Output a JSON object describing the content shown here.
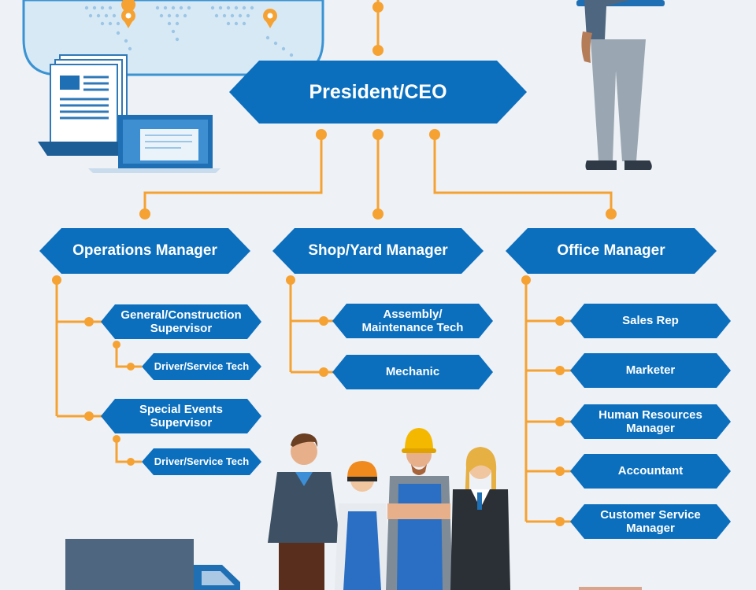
{
  "colors": {
    "node_blue": "#0b6fbe",
    "connector_orange": "#f5a233",
    "background": "#eef1f5"
  },
  "org_chart": {
    "ceo": {
      "label": "President/CEO"
    },
    "managers": [
      {
        "label": "Operations Manager",
        "reports": [
          {
            "label": "General/Construction\nSupervisor",
            "reports": [
              {
                "label": "Driver/Service Tech"
              }
            ]
          },
          {
            "label": "Special Events\nSupervisor",
            "reports": [
              {
                "label": "Driver/Service Tech"
              }
            ]
          }
        ]
      },
      {
        "label": "Shop/Yard Manager",
        "reports": [
          {
            "label": "Assembly/\nMaintenance Tech"
          },
          {
            "label": "Mechanic"
          }
        ]
      },
      {
        "label": "Office Manager",
        "reports": [
          {
            "label": "Sales Rep"
          },
          {
            "label": "Marketer"
          },
          {
            "label": "Human Resources\nManager"
          },
          {
            "label": "Accountant"
          },
          {
            "label": "Customer Service\nManager"
          }
        ]
      }
    ]
  },
  "illustrations": [
    "world-map-icon",
    "document-icon",
    "laptop-icon",
    "businessman-icon",
    "workers-group-icon",
    "truck-icon"
  ]
}
